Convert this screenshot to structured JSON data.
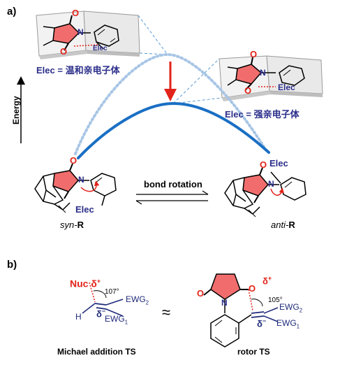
{
  "panel_a": {
    "label": "a)",
    "syn_box": {
      "elec": "Elec",
      "o_top": "O",
      "o_left": "O",
      "n": "N"
    },
    "anti_box": {
      "elec": "Elec",
      "o_top": "O",
      "o_left": "O",
      "n": "N"
    },
    "weak_caption": {
      "prefix": "Elec",
      "eq": "=",
      "text": "温和亲电子体"
    },
    "strong_caption": {
      "prefix": "Elec",
      "eq": "=",
      "text": "强亲电子体"
    },
    "energy_label": "Energy",
    "bond_rotation": "bond rotation",
    "syn": {
      "italic": "syn",
      "dash": "-",
      "bold": "R",
      "elec": "Elec",
      "o": "O",
      "n": "N"
    },
    "anti": {
      "italic": "anti",
      "dash": "-",
      "bold": "R",
      "elec": "Elec",
      "o": "O",
      "n": "N"
    }
  },
  "panel_b": {
    "label": "b)",
    "michael": {
      "nuc": "Nuc",
      "delta_plus": "δ",
      "sup_plus": "+",
      "angle": "107°",
      "delta_minus": "δ",
      "sup_minus": "−",
      "h": "H",
      "ewg2": "EWG",
      "ewg2_sub": "2",
      "ewg1": "EWG",
      "ewg1_sub": "1",
      "caption": "Michael addition TS"
    },
    "approx": "≈",
    "rotor": {
      "o_left": "O",
      "o_right": "O",
      "n": "N",
      "delta_plus": "δ",
      "sup_plus": "+",
      "angle": "105°",
      "delta_minus": "δ",
      "sup_minus": "−",
      "ewg2": "EWG",
      "ewg2_sub": "2",
      "ewg1": "EWG",
      "ewg1_sub": "1",
      "caption": "rotor TS"
    }
  },
  "colors": {
    "curve": "#1a6fc4",
    "arrow": "#e2231a",
    "ring": "#f16d6d",
    "elec": "#2b2e8a",
    "ewg": "#1f2a7a"
  }
}
